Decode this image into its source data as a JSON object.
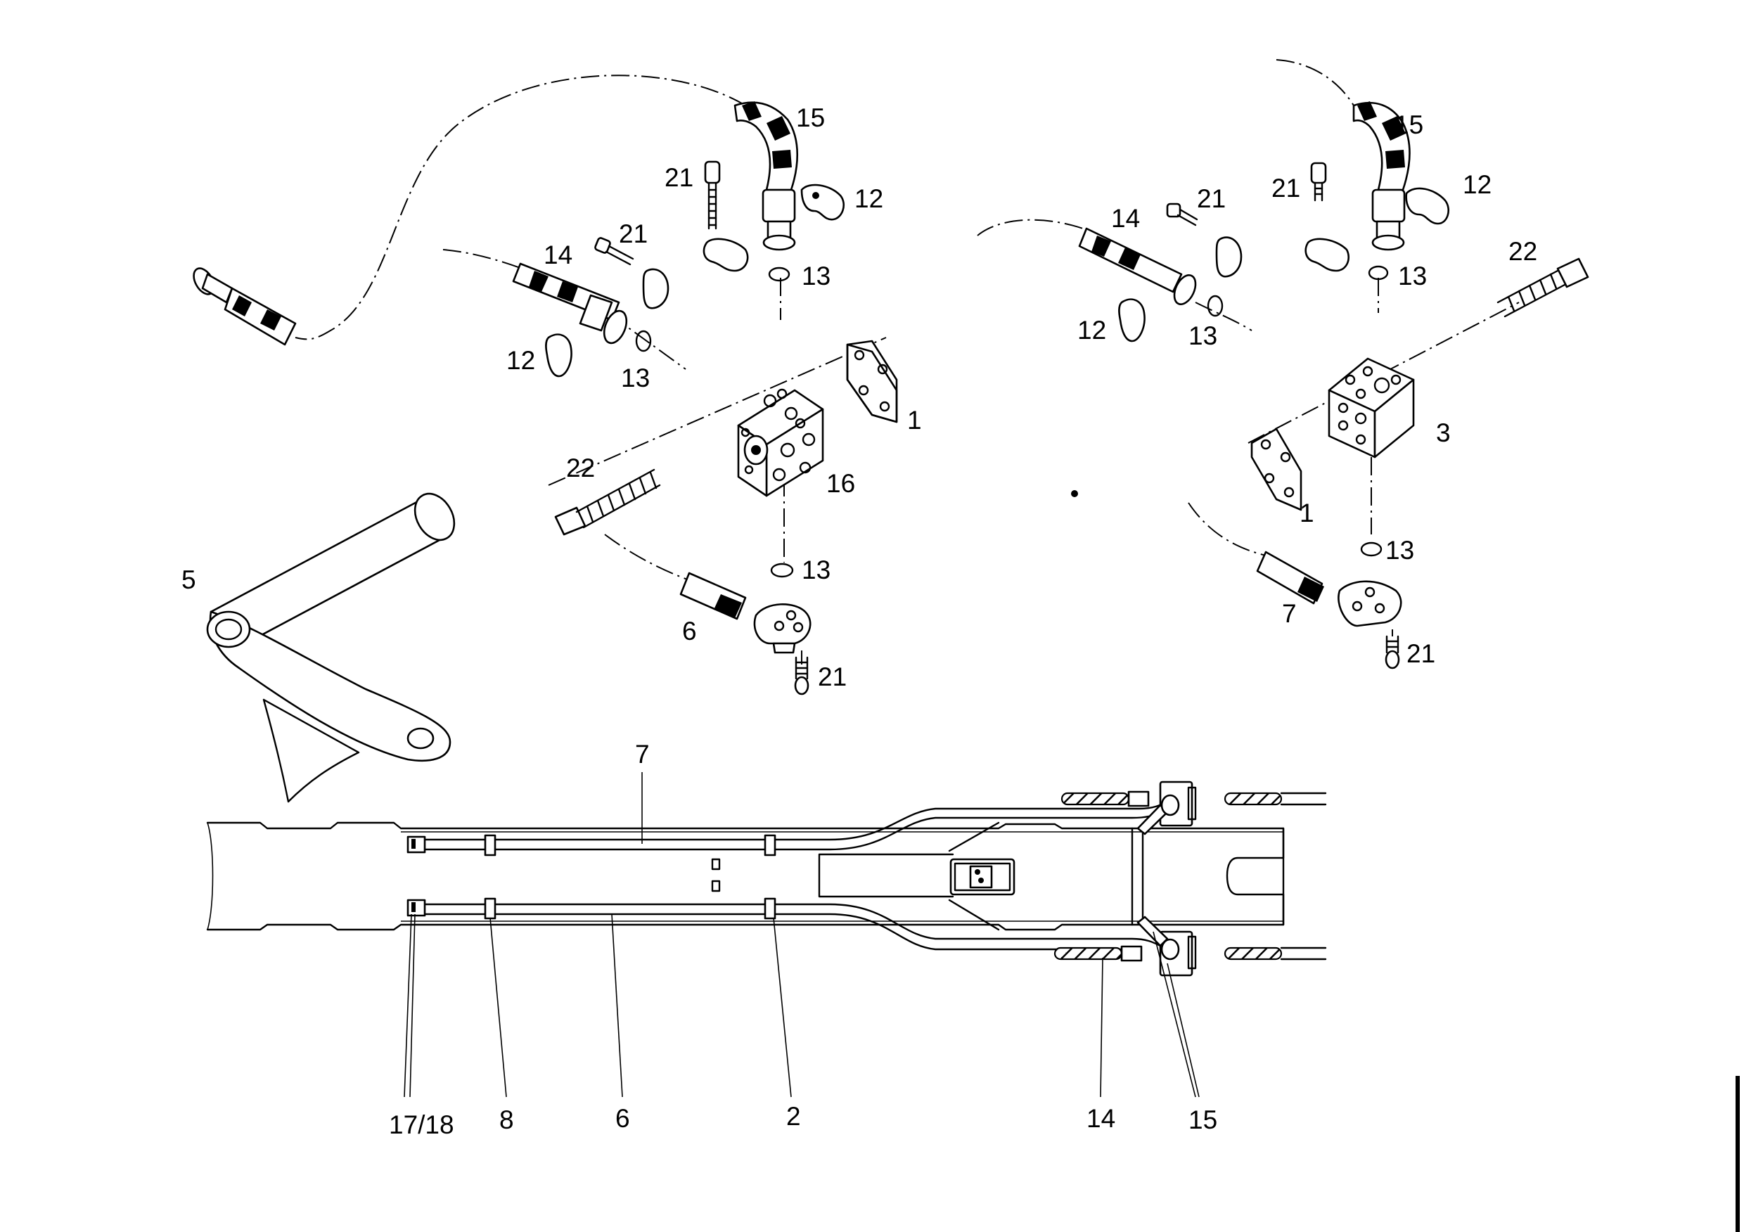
{
  "labels": {
    "l1_a": "1",
    "l1_b": "1",
    "l2": "2",
    "l3": "3",
    "l5": "5",
    "l6_a": "6",
    "l6_b": "6",
    "l7_a": "7",
    "l7_b": "7",
    "l8": "8",
    "l12_a": "12",
    "l12_b": "12",
    "l12_c": "12",
    "l12_d": "12",
    "l13_a": "13",
    "l13_b": "13",
    "l13_c": "13",
    "l13_d": "13",
    "l13_e": "13",
    "l13_f": "13",
    "l14_a": "14",
    "l14_b": "14",
    "l14_c": "14",
    "l15_a": "15",
    "l15_b": "15",
    "l15_c": "15",
    "l16": "16",
    "l17_18": "17/18",
    "l21_a": "21",
    "l21_b": "21",
    "l21_c": "21",
    "l21_d": "21",
    "l21_e": "21",
    "l21_f": "21",
    "l22_a": "22",
    "l22_b": "22"
  }
}
